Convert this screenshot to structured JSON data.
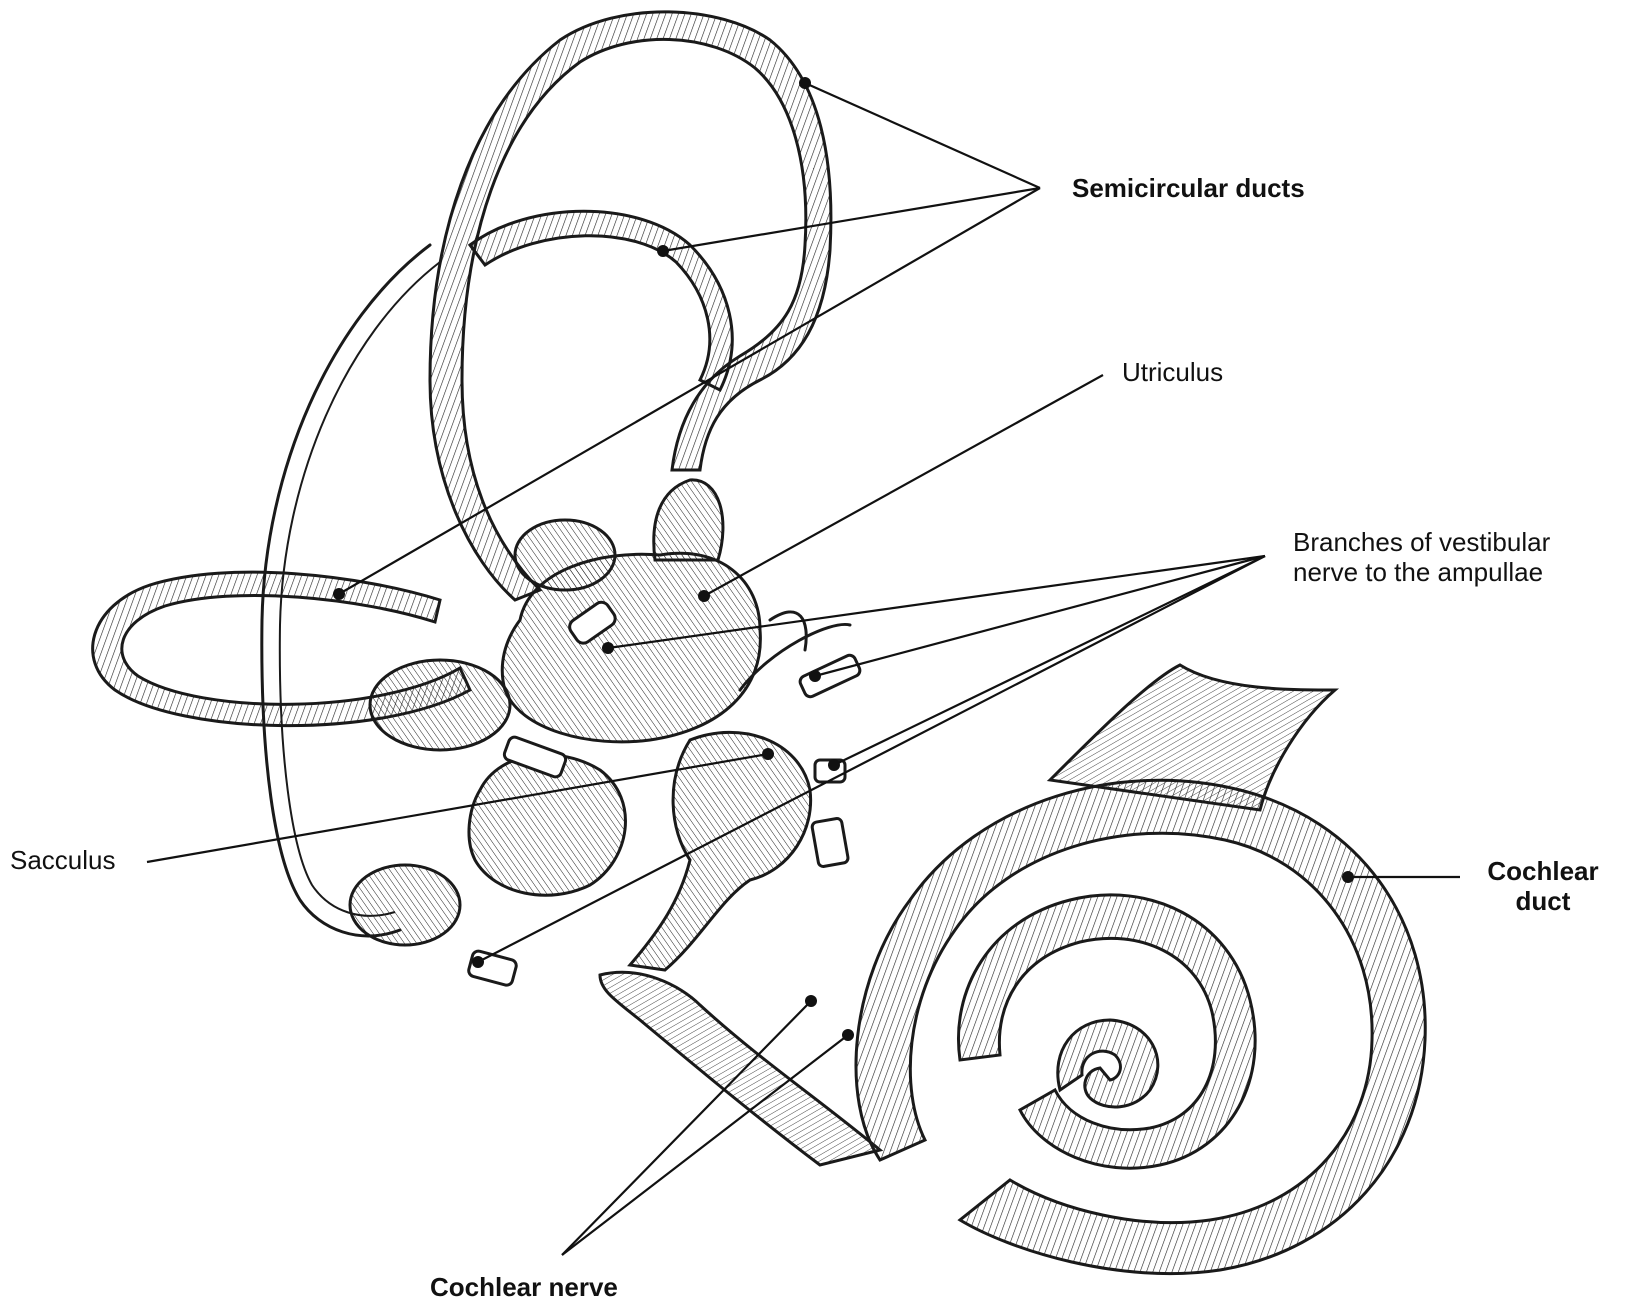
{
  "labels": {
    "semicircular_ducts": "Semicircular ducts",
    "utriculus": "Utriculus",
    "branches_line1": "Branches of vestibular",
    "branches_line2": "nerve to the ampullae",
    "sacculus": "Sacculus",
    "cochlear_duct_line1": "Cochlear",
    "cochlear_duct_line2": "duct",
    "cochlear_nerve": "Cochlear nerve"
  },
  "colors": {
    "ink": "#111111",
    "paper": "#ffffff"
  }
}
